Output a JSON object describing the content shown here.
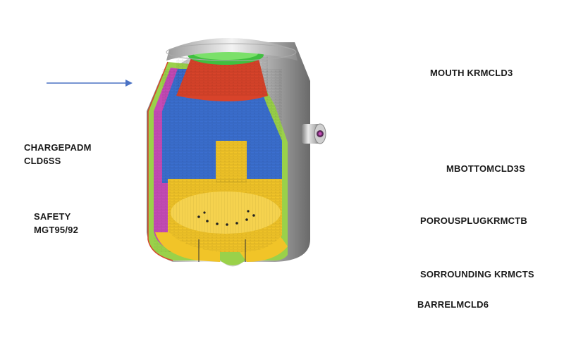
{
  "labels": {
    "chargepad_line1": "CHARGEPADM",
    "chargepad_line2": "CLD6SS",
    "safety_line1": "SAFETY",
    "safety_line2": "MGT95/92",
    "mouth": "MOUTH  KRMCLD3",
    "mbottom": "MBOTTOMCLD3S",
    "porousplug": "POROUSPLUGKRMCTB",
    "sorrounding": "SORROUNDING KRMCTS",
    "barrel": "BARRELMCLD6"
  },
  "colors": {
    "mouth_green": "#3fbf3f",
    "cone_red": "#d8432a",
    "barrel_blue": "#3b6fd0",
    "bottom_yellow": "#f1c428",
    "magenta": "#c44ab5",
    "safety_green": "#9ad14a",
    "arrow": "#4a72c4"
  }
}
